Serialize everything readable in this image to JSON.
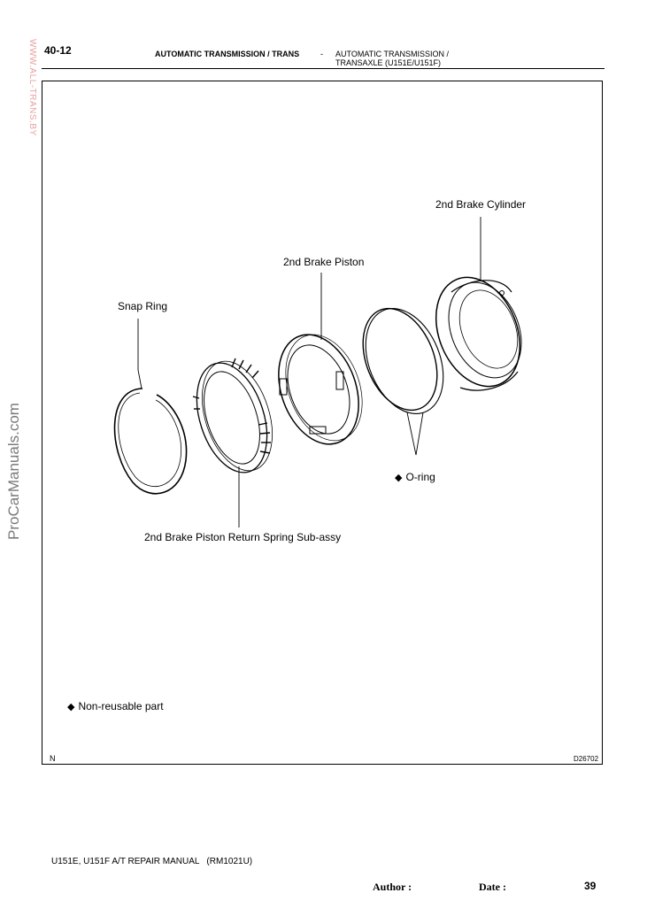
{
  "header": {
    "page_number": "40-12",
    "section_a": "AUTOMATIC TRANSMISSION / TRANS",
    "separator": "-",
    "section_b_line1": "AUTOMATIC TRANSMISSION /",
    "section_b_line2": "TRANSAXLE (U151E/U151F)"
  },
  "watermarks": {
    "site_red": "WWW.ALL-TRANS.BY",
    "site_gray": "ProCarManuals.com"
  },
  "diagram": {
    "labels": {
      "cylinder": "2nd Brake Cylinder",
      "piston": "2nd Brake Piston",
      "snap_ring": "Snap Ring",
      "o_ring": "O-ring",
      "spring": "2nd Brake Piston Return Spring Sub-assy"
    },
    "legend": "Non-reusable part",
    "diamond": "◆",
    "corner_code": "N",
    "figure_id": "D26702"
  },
  "footer": {
    "manual": "U151E, U151F A/T REPAIR MANUAL   (RM1021U)",
    "author": "Author :",
    "date": "Date :",
    "page": "39"
  }
}
